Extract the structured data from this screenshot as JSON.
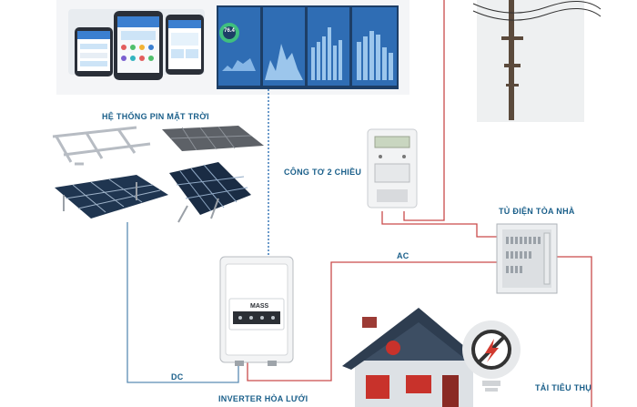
{
  "labels": {
    "solar": "HỆ THỐNG PIN MẶT TRỜI",
    "meter": "CÔNG TƠ 2 CHIỀU",
    "cabinet": "TỦ ĐIỆN TÒA NHÀ",
    "ac": "AC",
    "dc": "DC",
    "inverter": "INVERTER HÒA LƯỚI",
    "load": "TẢI TIÊU THỤ",
    "inverter_brand": "MASS"
  },
  "app_screens": {
    "gauge_value": "76.4"
  },
  "colors": {
    "wire_red": "#c94a4a",
    "wire_blue": "#5a8cb3",
    "data_link": "#3a78b8",
    "label_blue": "#1a5f8a",
    "roof": "#3d4e63",
    "house_wall": "#dde1e5",
    "accent_red": "#c8322b"
  }
}
